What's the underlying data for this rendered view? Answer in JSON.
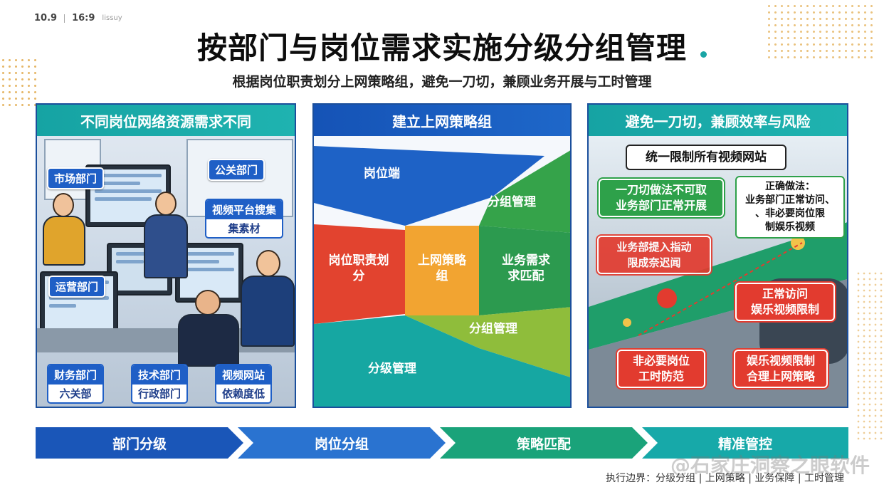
{
  "topbar": {
    "left_label": "10.9",
    "ratio_label": "16:9",
    "small_text": "lissuy"
  },
  "title": "按部门与岗位需求实施分级分组管理",
  "subtitle": "根据岗位职责划分上网策略组，避免一刀切，兼顾业务开展与工时管理",
  "panels": [
    {
      "header": "不同岗位网络资源需求不同",
      "tags": [
        "市场部门",
        "公关部门",
        "运营部门"
      ],
      "tag_video_platform": [
        "视频平台搜集",
        "集素材"
      ],
      "bottom_tags": [
        {
          "top": "财务部门",
          "bottom": "六关部"
        },
        {
          "top": "技术部门",
          "bottom": "行政部门"
        },
        {
          "top": "视频网站",
          "bottom": "依赖度低"
        }
      ]
    },
    {
      "header": "建立上网策略组",
      "segments": [
        "岗位端",
        "分组管理",
        "岗位职责划分",
        "上网策略组",
        "业务需求求匹配",
        "分组管理",
        "分级管理"
      ]
    },
    {
      "header": "避免一刀切，兼顾效率与风险",
      "top_callout": "统一限制所有视频网站",
      "wrong_callout": [
        "一刀切做法不可取",
        "业务部门正常开展"
      ],
      "correct_note": [
        "正确做法：",
        "业务部门正常访问、",
        "、非必要岗位限",
        "制娱乐视频"
      ],
      "red_blur": [
        "业务部提入指动",
        "限成奈迟闻"
      ],
      "normal_access": [
        "正常访问",
        "娱乐视频限制"
      ],
      "nonessential": [
        "非必要岗位",
        "工时防范"
      ],
      "entertainment": [
        "娱乐视频限制",
        "合理上网策略"
      ]
    }
  ],
  "flow": [
    "部门分级",
    "岗位分组",
    "策略匹配",
    "精准管控"
  ],
  "footer": "执行边界：分级分组 | 上网策略 | 业务保障 | 工时管理",
  "watermark": "@石家庄洞察之眼软件",
  "colors": {
    "teal": "#16a3a3",
    "blue": "#1553b6",
    "green": "#2ea14a",
    "red": "#e23b2f",
    "orange": "#f2a431"
  }
}
